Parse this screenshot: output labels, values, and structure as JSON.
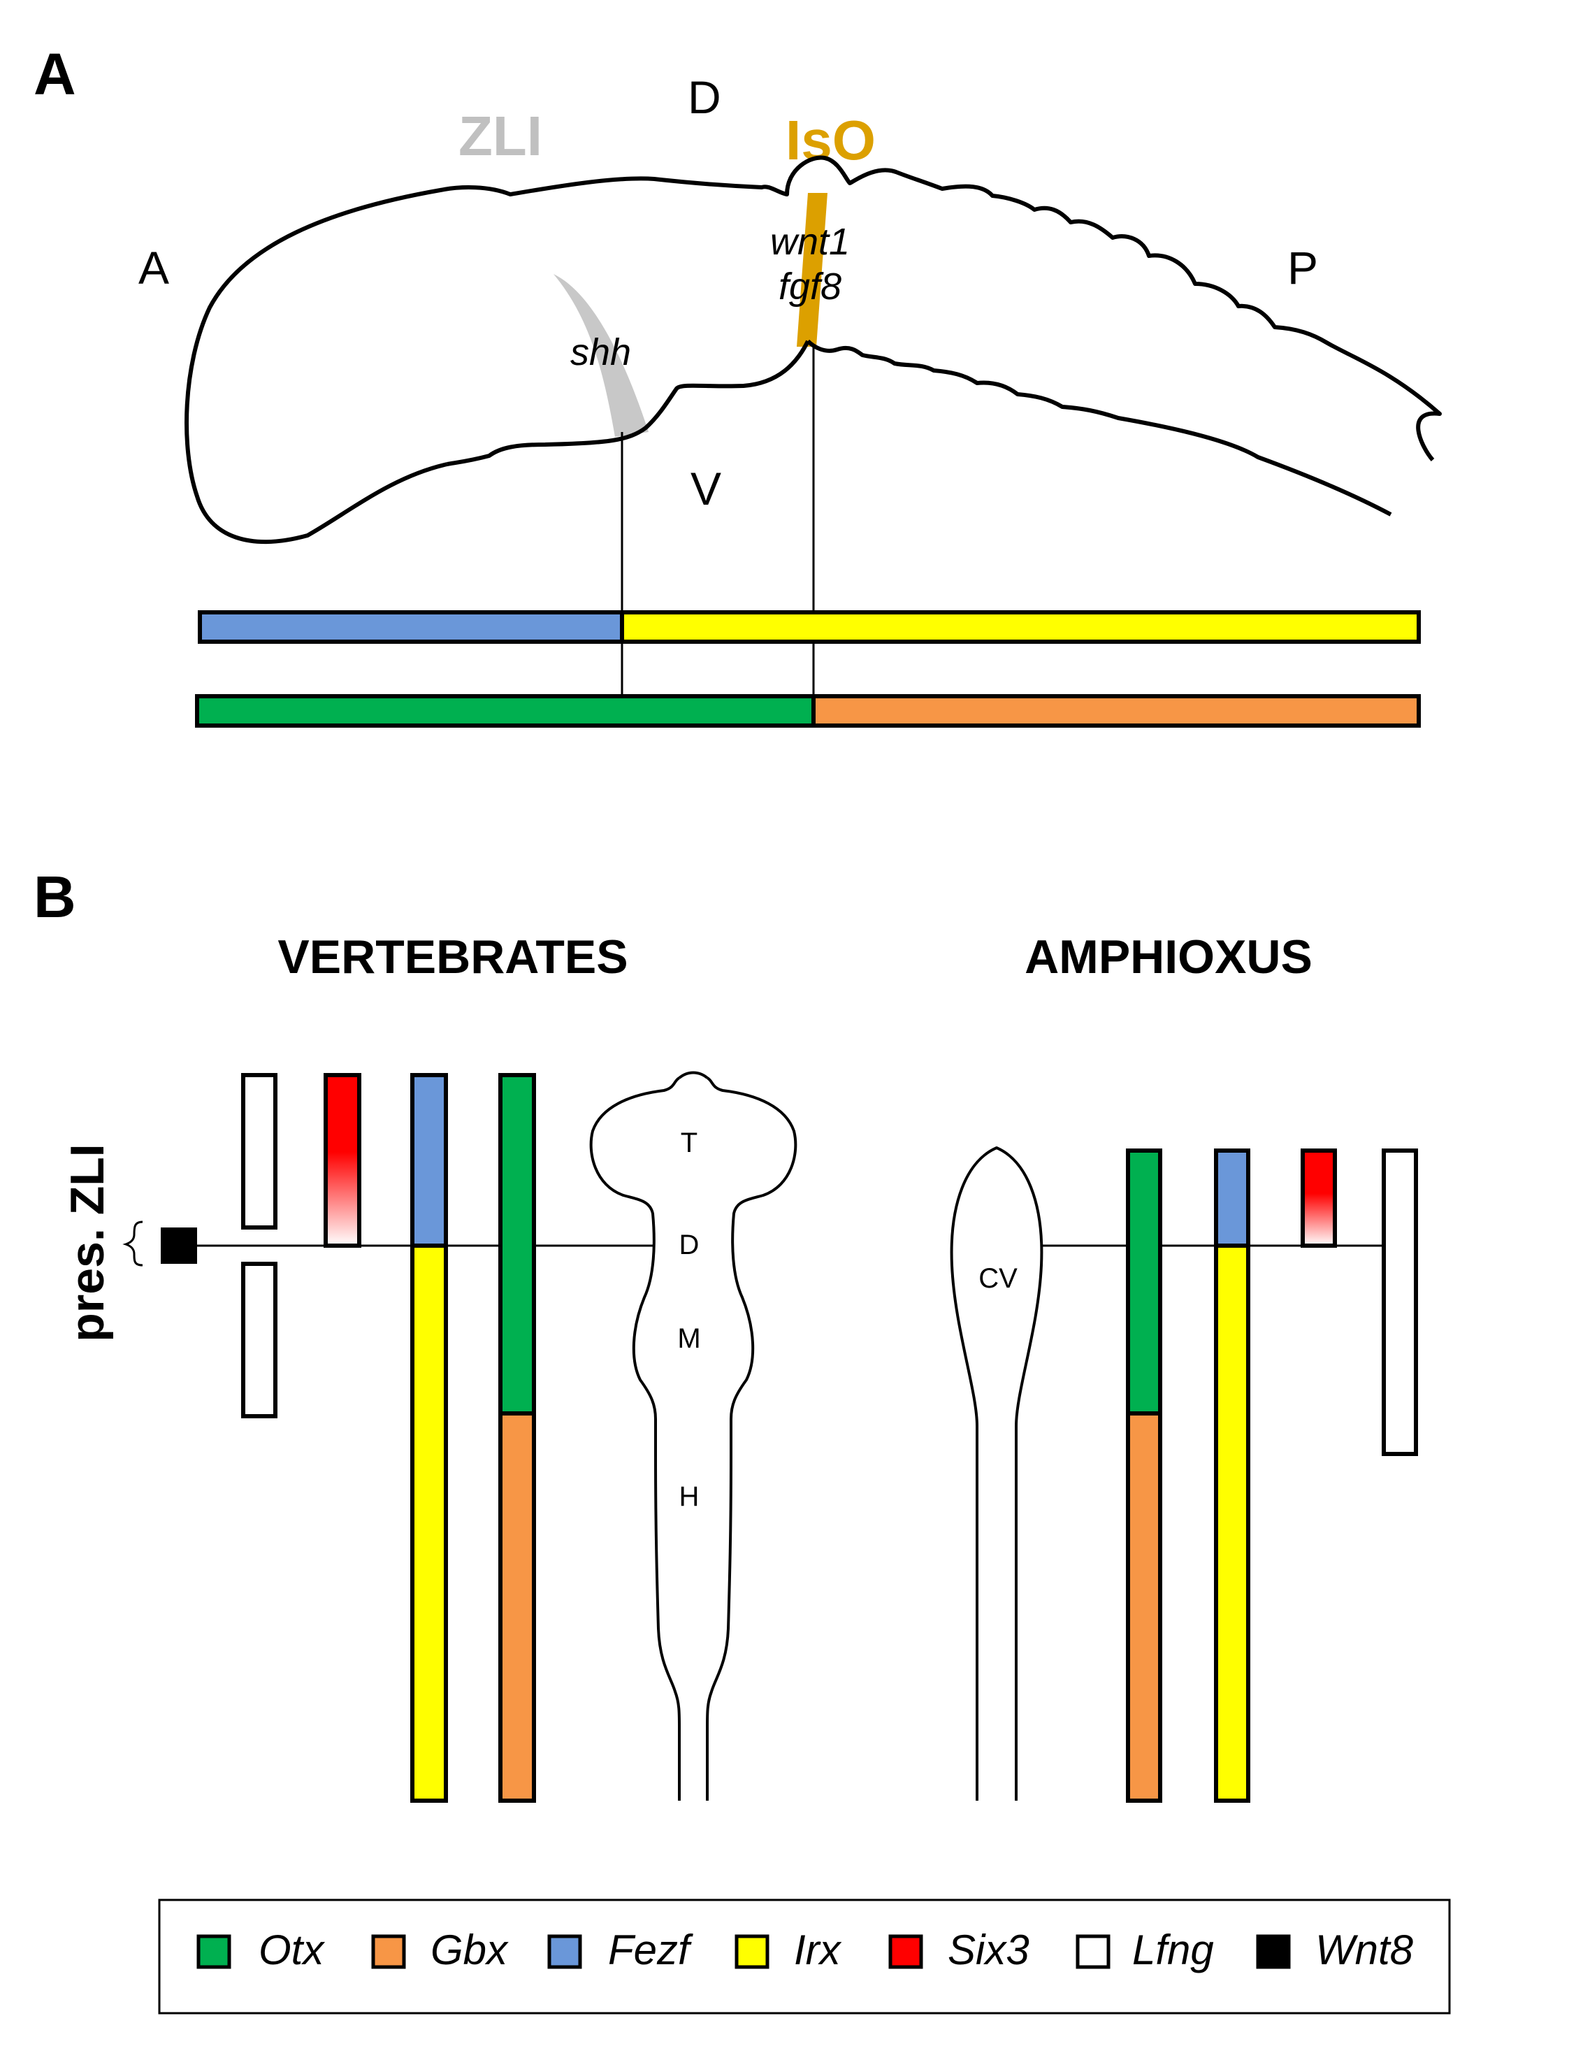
{
  "panel_a": {
    "panel_label": "A",
    "axis_labels": {
      "anterior": "A",
      "posterior": "P",
      "dorsal": "D",
      "ventral": "V"
    },
    "zli_label": "ZLI",
    "iso_label": "IsO",
    "shh_label": "shh",
    "wnt1_label": "wnt1",
    "fgf8_label": "fgf8",
    "colors": {
      "zli": "#c8c8c8",
      "iso": "#dca000",
      "zli_label": "#c0c0c0",
      "iso_label": "#dca000"
    }
  },
  "panel_b": {
    "panel_label": "B",
    "vertebrates_title": "VERTEBRATES",
    "amphioxus_title": "AMPHIOXUS",
    "pres_zli_label": "pres. ZLI",
    "vertebrate_regions": {
      "t": "T",
      "d": "D",
      "m": "M",
      "h": "H"
    },
    "amphioxus_region": "CV"
  },
  "legend": {
    "items": [
      {
        "label": "Otx",
        "color": "#00b050"
      },
      {
        "label": "Gbx",
        "color": "#f79646"
      },
      {
        "label": "Fezf",
        "color": "#6a97d9"
      },
      {
        "label": "Irx",
        "color": "#ffff00"
      },
      {
        "label": "Six3",
        "color": "#ff0000"
      },
      {
        "label": "Lfng",
        "color": "#ffffff"
      },
      {
        "label": "Wnt8",
        "color": "#000000"
      }
    ]
  }
}
